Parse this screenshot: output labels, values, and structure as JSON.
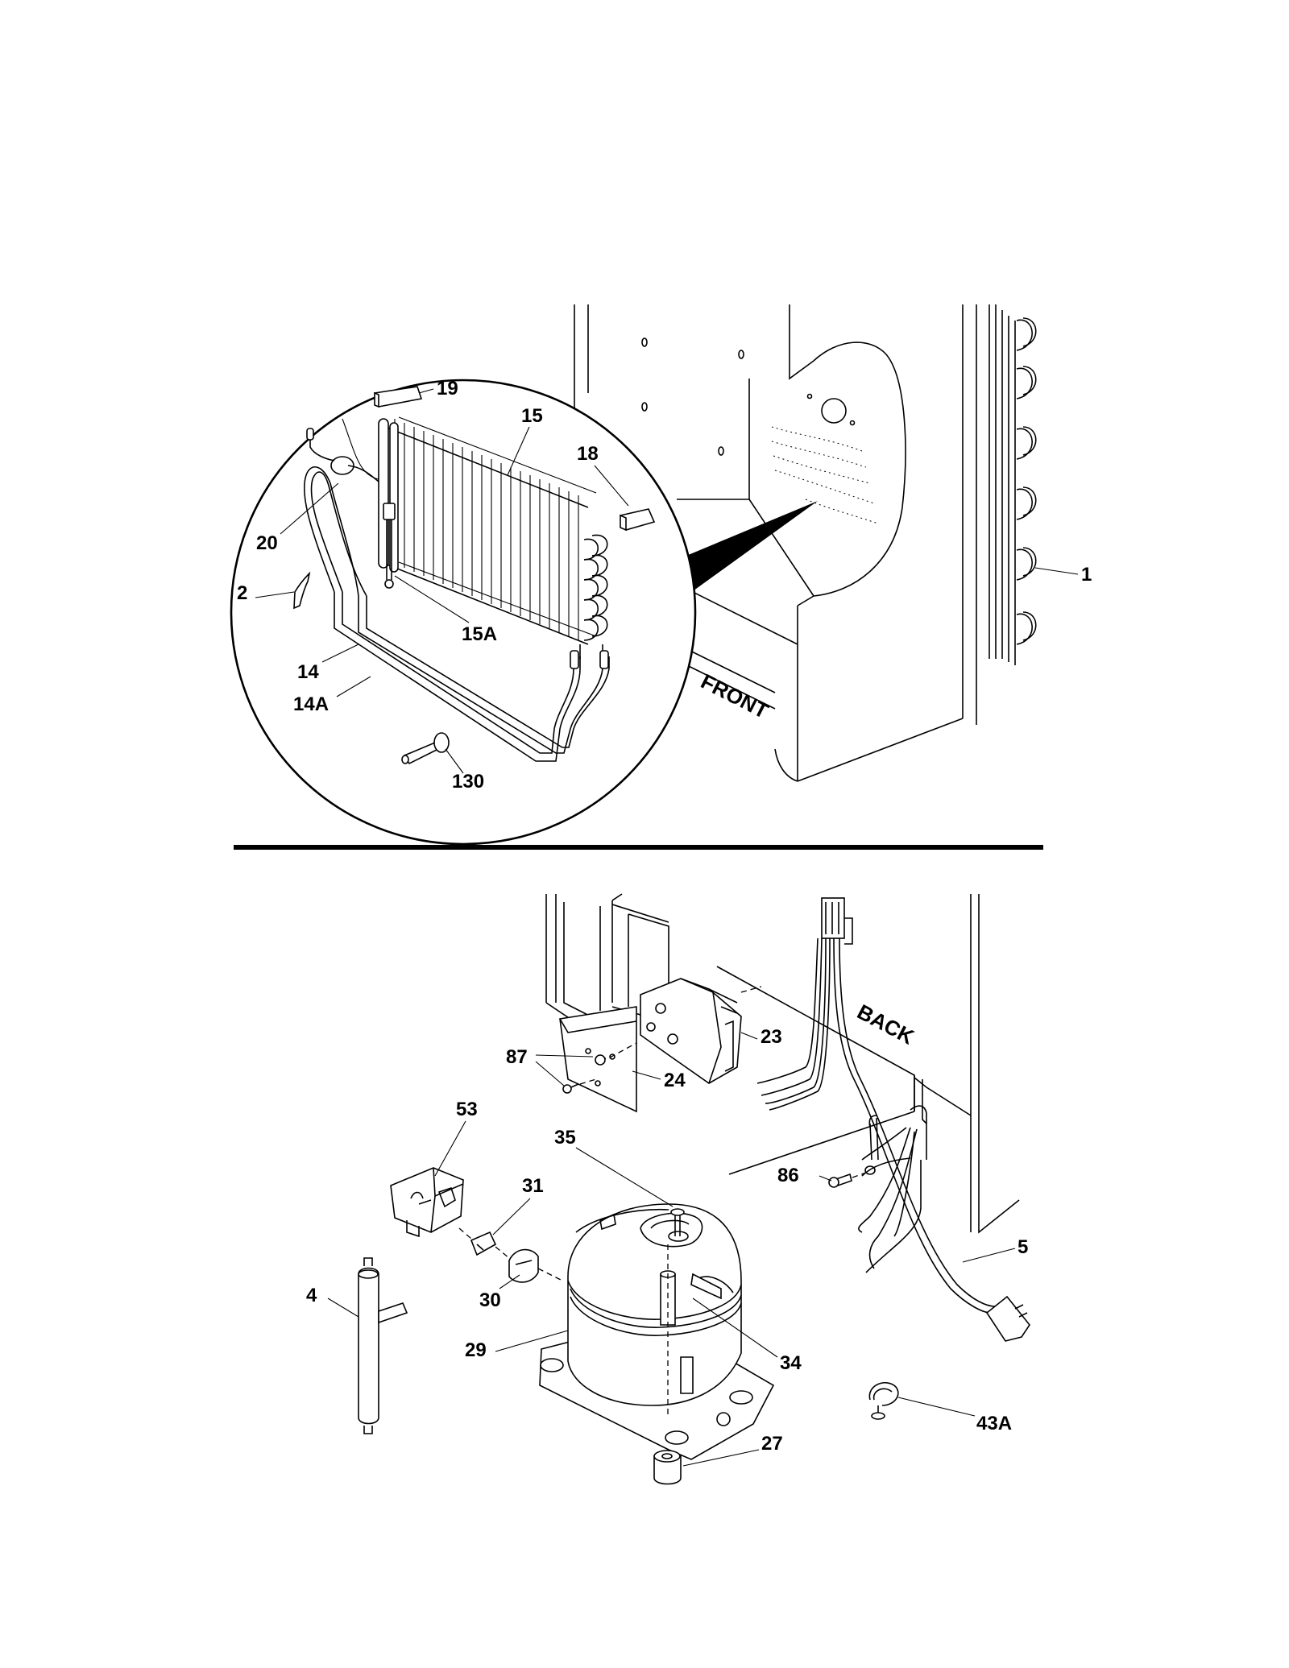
{
  "callouts_top": {
    "c19": "19",
    "c15": "15",
    "c18": "18",
    "c20": "20",
    "c2": "2",
    "c15A": "15A",
    "c14": "14",
    "c14A": "14A",
    "c130": "130",
    "c1": "1",
    "front": "FRONT"
  },
  "callouts_bottom": {
    "c23": "23",
    "c87": "87",
    "c24": "24",
    "back": "BACK",
    "c53": "53",
    "c35": "35",
    "c31": "31",
    "c86": "86",
    "c5": "5",
    "c30": "30",
    "c4": "4",
    "c29": "29",
    "c34": "34",
    "c43A": "43A",
    "c27": "27"
  }
}
